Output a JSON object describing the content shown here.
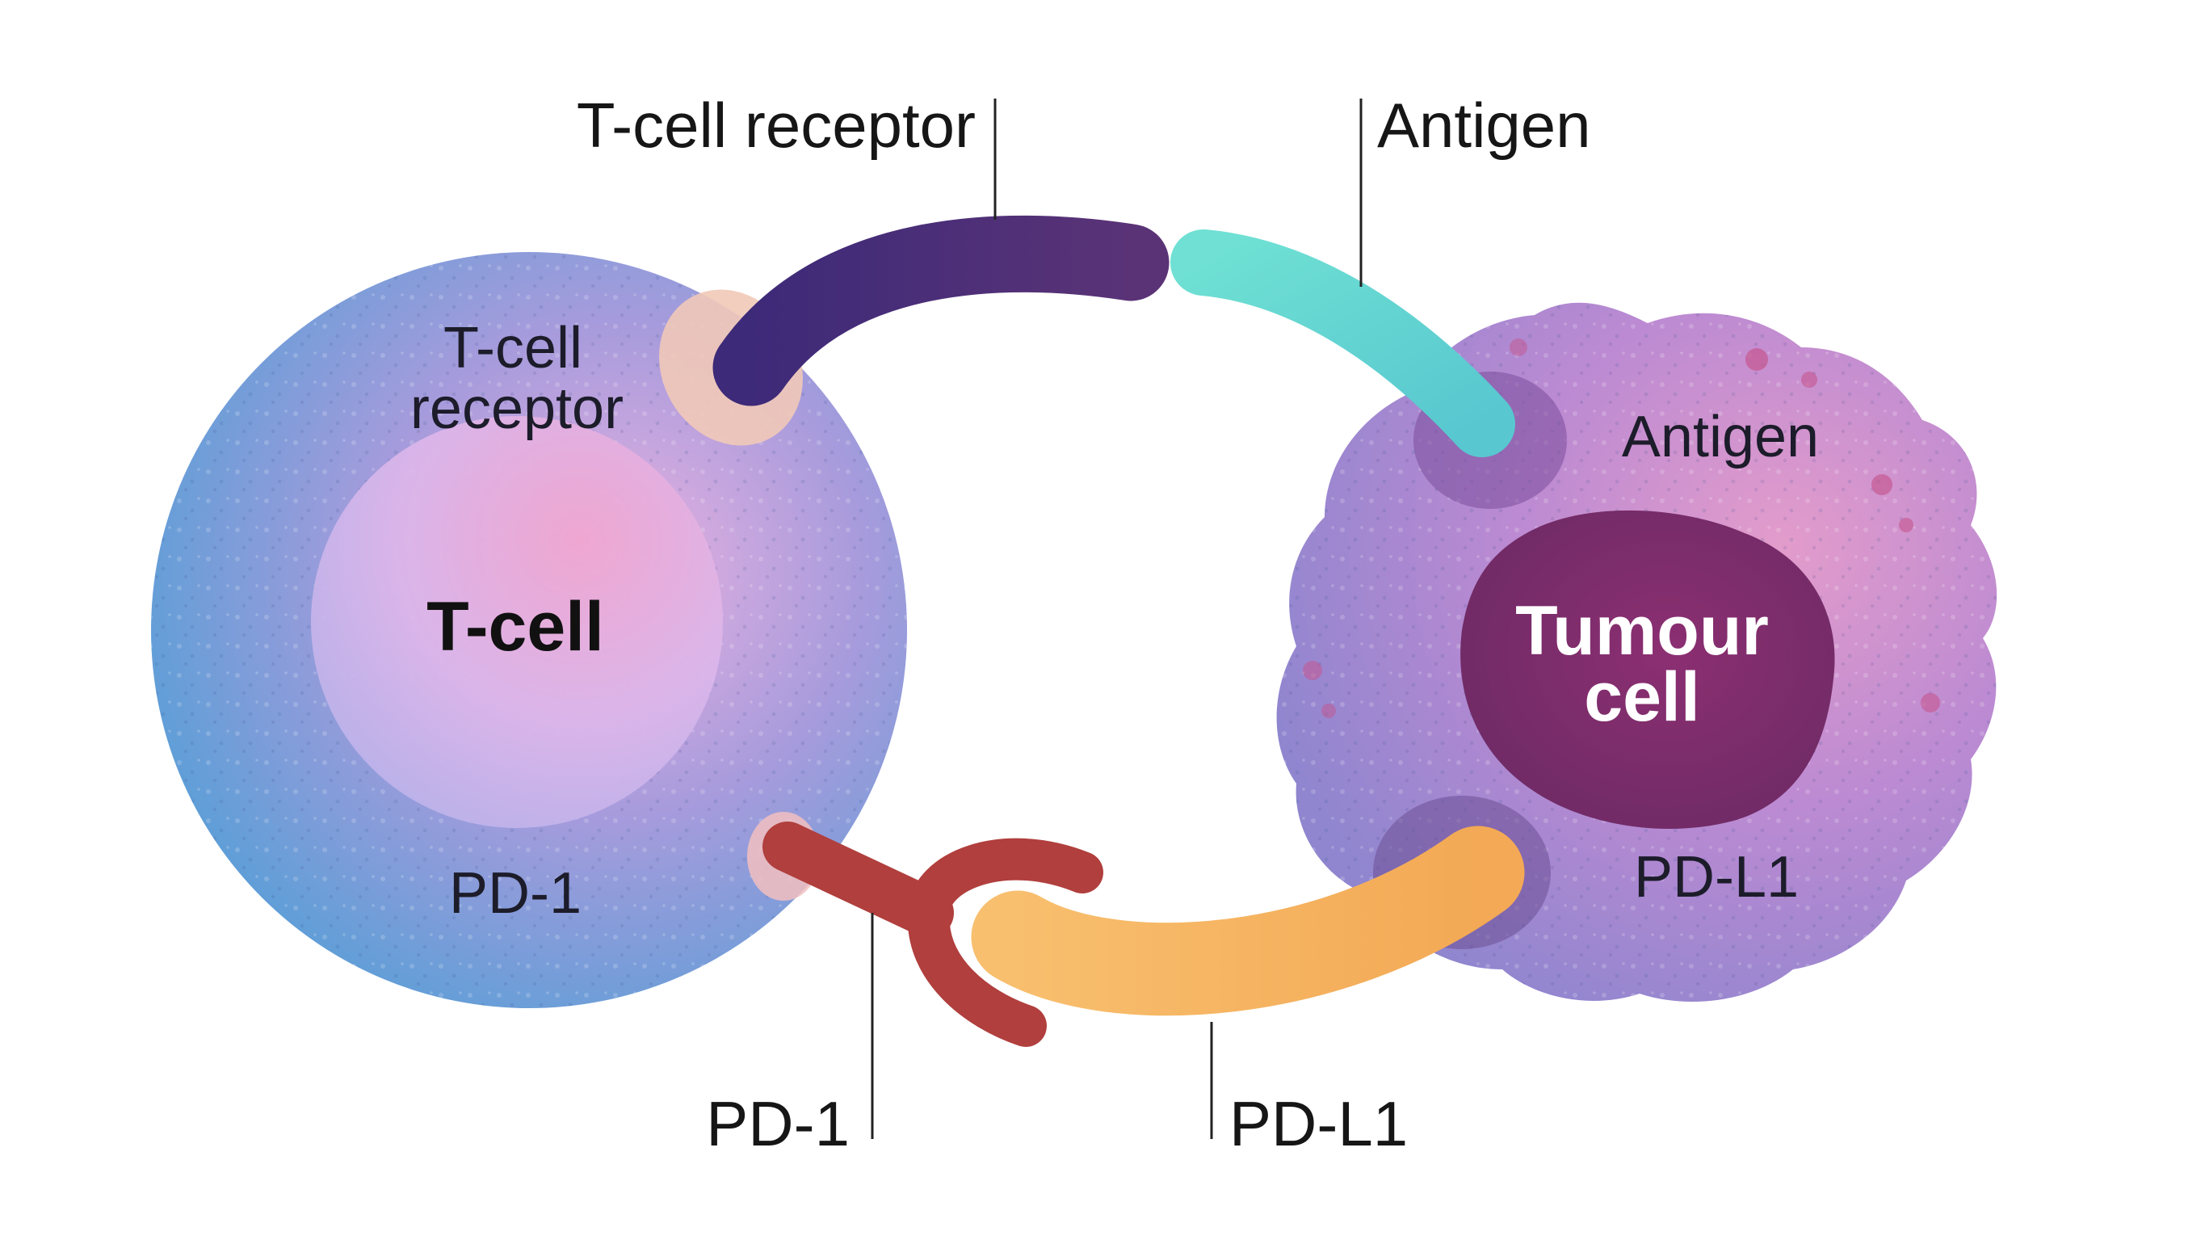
{
  "labels": {
    "top_tcr": "T-cell receptor",
    "top_antigen": "Antigen",
    "bottom_pd1": "PD-1",
    "bottom_pdl1": "PD-L1"
  },
  "tcell": {
    "name": "T-cell",
    "receptor_line1": "T-cell",
    "receptor_line2": "receptor",
    "pd1": "PD-1"
  },
  "tumour": {
    "name_line1": "Tumour",
    "name_line2": "cell",
    "antigen": "Antigen",
    "pdl1": "PD-L1"
  },
  "colors": {
    "tcr": "#4f2d7a",
    "antigen": "#5fd4cf",
    "pd1": "#b3403f",
    "pdl1": "#f6b25e",
    "tcell_outer_blue": "#5aaee0",
    "tcell_outer_pink": "#d8a3d8",
    "tcell_nucleus": "#e7b8e6",
    "tumour_body": "#b78ad0",
    "tumour_nucleus": "#7e2f69"
  }
}
